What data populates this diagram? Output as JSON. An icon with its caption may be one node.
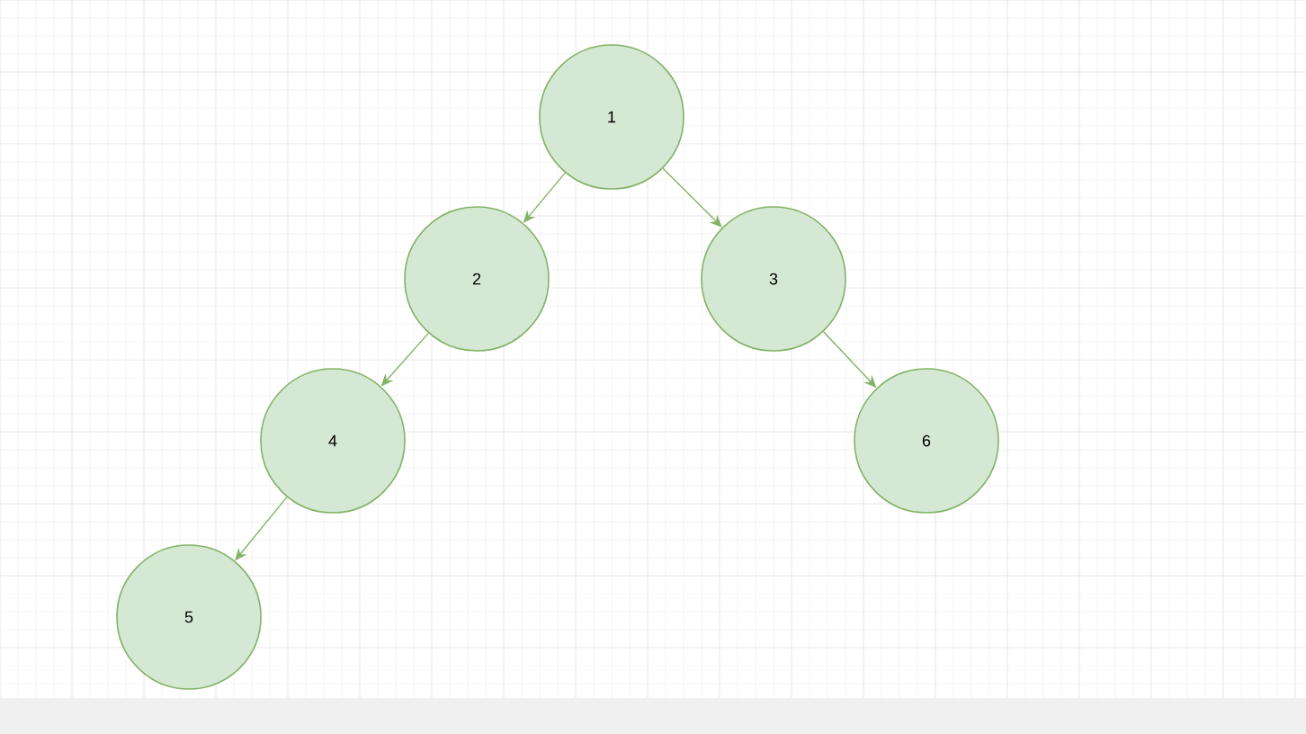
{
  "diagram": {
    "nodes": [
      {
        "text": [
          "1"
        ]
      },
      {
        "text": [
          "2"
        ]
      },
      {
        "text": [
          "3"
        ]
      },
      {
        "text": [
          "4"
        ]
      },
      {
        "text": [
          "6"
        ]
      },
      {
        "text": [
          "5"
        ]
      }
    ],
    "edges": [
      {
        "from": 0,
        "to": 1,
        "arrow": "to"
      },
      {
        "from": 0,
        "to": 2,
        "arrow": "to"
      },
      {
        "from": 1,
        "to": 3,
        "arrow": "to"
      },
      {
        "from": 2,
        "to": 4,
        "arrow": "to"
      },
      {
        "from": 3,
        "to": 5,
        "arrow": "to"
      }
    ]
  }
}
